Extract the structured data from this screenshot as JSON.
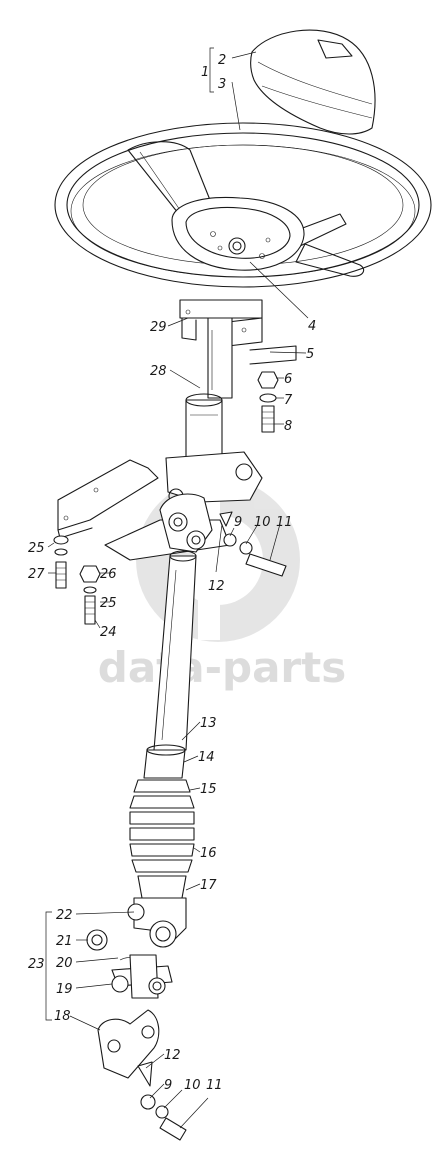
{
  "watermark": {
    "text": "data-parts"
  },
  "callouts": [
    {
      "id": "1",
      "label": "1"
    },
    {
      "id": "2",
      "label": "2"
    },
    {
      "id": "3",
      "label": "3"
    },
    {
      "id": "4",
      "label": "4"
    },
    {
      "id": "5",
      "label": "5"
    },
    {
      "id": "6",
      "label": "6"
    },
    {
      "id": "7",
      "label": "7"
    },
    {
      "id": "8",
      "label": "8"
    },
    {
      "id": "9a",
      "label": "9"
    },
    {
      "id": "10a",
      "label": "10"
    },
    {
      "id": "11a",
      "label": "11"
    },
    {
      "id": "12a",
      "label": "12"
    },
    {
      "id": "13",
      "label": "13"
    },
    {
      "id": "14",
      "label": "14"
    },
    {
      "id": "15",
      "label": "15"
    },
    {
      "id": "16",
      "label": "16"
    },
    {
      "id": "17",
      "label": "17"
    },
    {
      "id": "18",
      "label": "18"
    },
    {
      "id": "19",
      "label": "19"
    },
    {
      "id": "20",
      "label": "20"
    },
    {
      "id": "21",
      "label": "21"
    },
    {
      "id": "22",
      "label": "22"
    },
    {
      "id": "23",
      "label": "23"
    },
    {
      "id": "24",
      "label": "24"
    },
    {
      "id": "25a",
      "label": "25"
    },
    {
      "id": "25b",
      "label": "25"
    },
    {
      "id": "26",
      "label": "26"
    },
    {
      "id": "27",
      "label": "27"
    },
    {
      "id": "28",
      "label": "28"
    },
    {
      "id": "29",
      "label": "29"
    },
    {
      "id": "12b",
      "label": "12"
    },
    {
      "id": "9b",
      "label": "9"
    },
    {
      "id": "10b",
      "label": "10"
    },
    {
      "id": "11b",
      "label": "11"
    }
  ]
}
